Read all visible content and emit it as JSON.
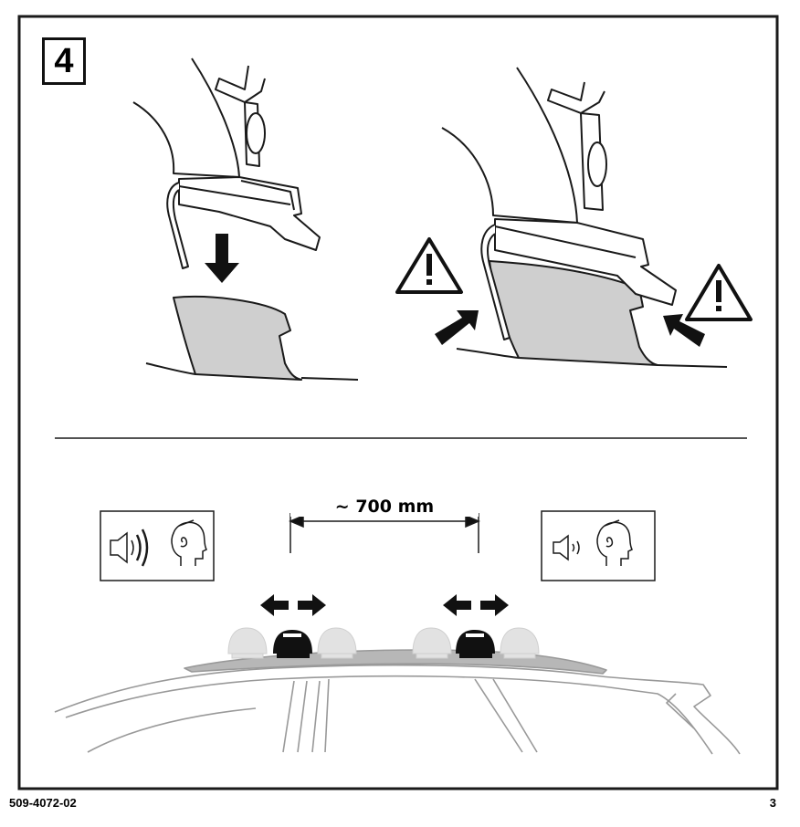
{
  "page": {
    "step_number": "4",
    "document_code": "509-4072-02",
    "page_number": "3"
  },
  "measurement": {
    "distance_label": "~ 700 mm"
  },
  "icons": {
    "warning_left": "warning-triangle-icon",
    "warning_right": "warning-triangle-icon",
    "sound_loud": "speaker-loud-icon",
    "sound_quiet": "speaker-quiet-icon",
    "listener": "ear-head-icon"
  },
  "colors": {
    "line": "#1a1a1a",
    "fill_gray": "#cfcfcf",
    "ghost_foot": "#e2e2e2",
    "active_foot": "#111111"
  }
}
